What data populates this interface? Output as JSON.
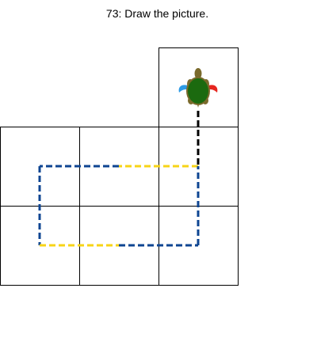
{
  "puzzle": {
    "title": "73: Draw the picture."
  },
  "grid": {
    "cells": [
      {
        "row": 0,
        "col": 2
      },
      {
        "row": 1,
        "col": 0
      },
      {
        "row": 1,
        "col": 1
      },
      {
        "row": 1,
        "col": 2
      },
      {
        "row": 2,
        "col": 0
      },
      {
        "row": 2,
        "col": 1
      },
      {
        "row": 2,
        "col": 2
      }
    ]
  },
  "drawing": {
    "segments": [
      {
        "color": "black",
        "from": [
          2.5,
          0.8
        ],
        "to": [
          2.5,
          1.5
        ]
      },
      {
        "color": "yellow",
        "from": [
          2.5,
          1.5
        ],
        "to": [
          1.5,
          1.5
        ]
      },
      {
        "color": "blue",
        "from": [
          1.5,
          1.5
        ],
        "to": [
          0.5,
          1.5
        ]
      },
      {
        "color": "blue",
        "from": [
          0.5,
          1.5
        ],
        "to": [
          0.5,
          2.5
        ]
      },
      {
        "color": "yellow",
        "from": [
          0.5,
          2.5
        ],
        "to": [
          1.5,
          2.5
        ]
      },
      {
        "color": "blue",
        "from": [
          1.5,
          2.5
        ],
        "to": [
          2.5,
          2.5
        ]
      },
      {
        "color": "blue",
        "from": [
          2.5,
          2.5
        ],
        "to": [
          2.5,
          1.5
        ]
      }
    ]
  },
  "colors": {
    "black": "#000000",
    "blue": "#0e4592",
    "yellow": "#f7d417",
    "turtle_shell": "#1b6a0f",
    "turtle_body": "#7a6a2c",
    "left_flipper": "#2e9be6",
    "right_flipper": "#e6261f"
  },
  "turtle": {
    "icon": "turtle-icon",
    "cell": [
      2.5,
      0.45
    ],
    "heading": "up"
  }
}
